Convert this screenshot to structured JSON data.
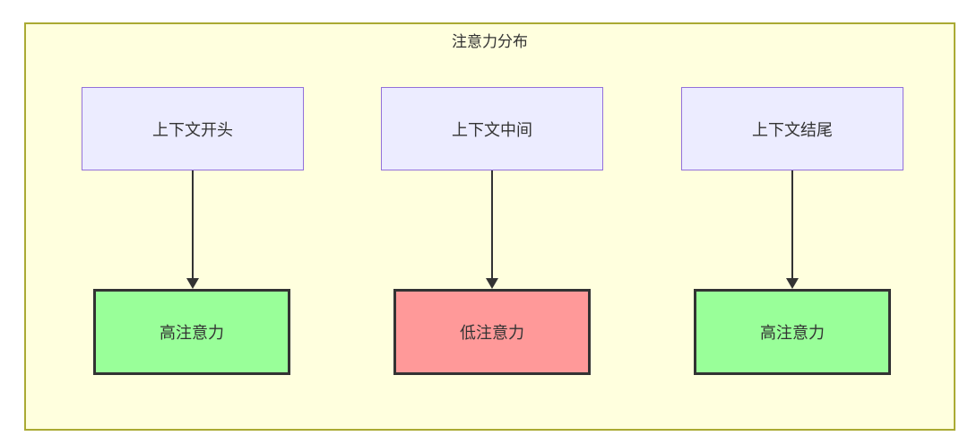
{
  "diagram": {
    "title": "注意力分布",
    "columns": [
      {
        "source": "上下文开头",
        "target": "高注意力",
        "attention_level": "high"
      },
      {
        "source": "上下文中间",
        "target": "低注意力",
        "attention_level": "low"
      },
      {
        "source": "上下文结尾",
        "target": "高注意力",
        "attention_level": "high"
      }
    ],
    "colors": {
      "container_fill": "#ffffde",
      "container_border": "#aaaa33",
      "node_fill": "#ececff",
      "node_border": "#9370db",
      "high_fill": "#99ff99",
      "low_fill": "#ff9999",
      "emph_border": "#333333",
      "line_color": "#333333",
      "text_color": "#333333"
    }
  }
}
